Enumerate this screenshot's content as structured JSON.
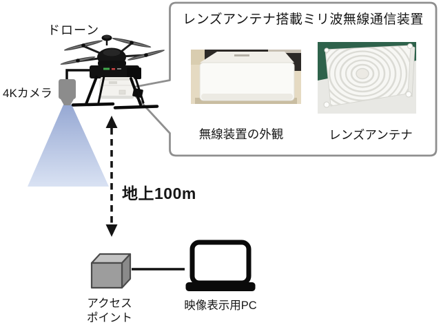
{
  "labels": {
    "drone": "ドローン",
    "camera": "4Kカメラ",
    "altitude": "地上100m",
    "access_point_line1": "アクセス",
    "access_point_line2": "ポイント",
    "pc": "映像表示用PC"
  },
  "callout": {
    "title": "レンズアンテナ搭載ミリ波無線通信装置",
    "wireless_device_caption": "無線装置の外観",
    "lens_antenna_caption": "レンズアンテナ"
  },
  "colors": {
    "ink": "#141414",
    "callout_border": "#8f8f8f",
    "camera_gray": "#8c8c8c",
    "cone_top": "#96a8d3",
    "cone_bottom": "#d9e2f3",
    "photo_green": "#2e624b",
    "cube_front": "#9d9d9d",
    "cube_top": "#c3c3c3",
    "cube_side": "#8a8a8a"
  }
}
